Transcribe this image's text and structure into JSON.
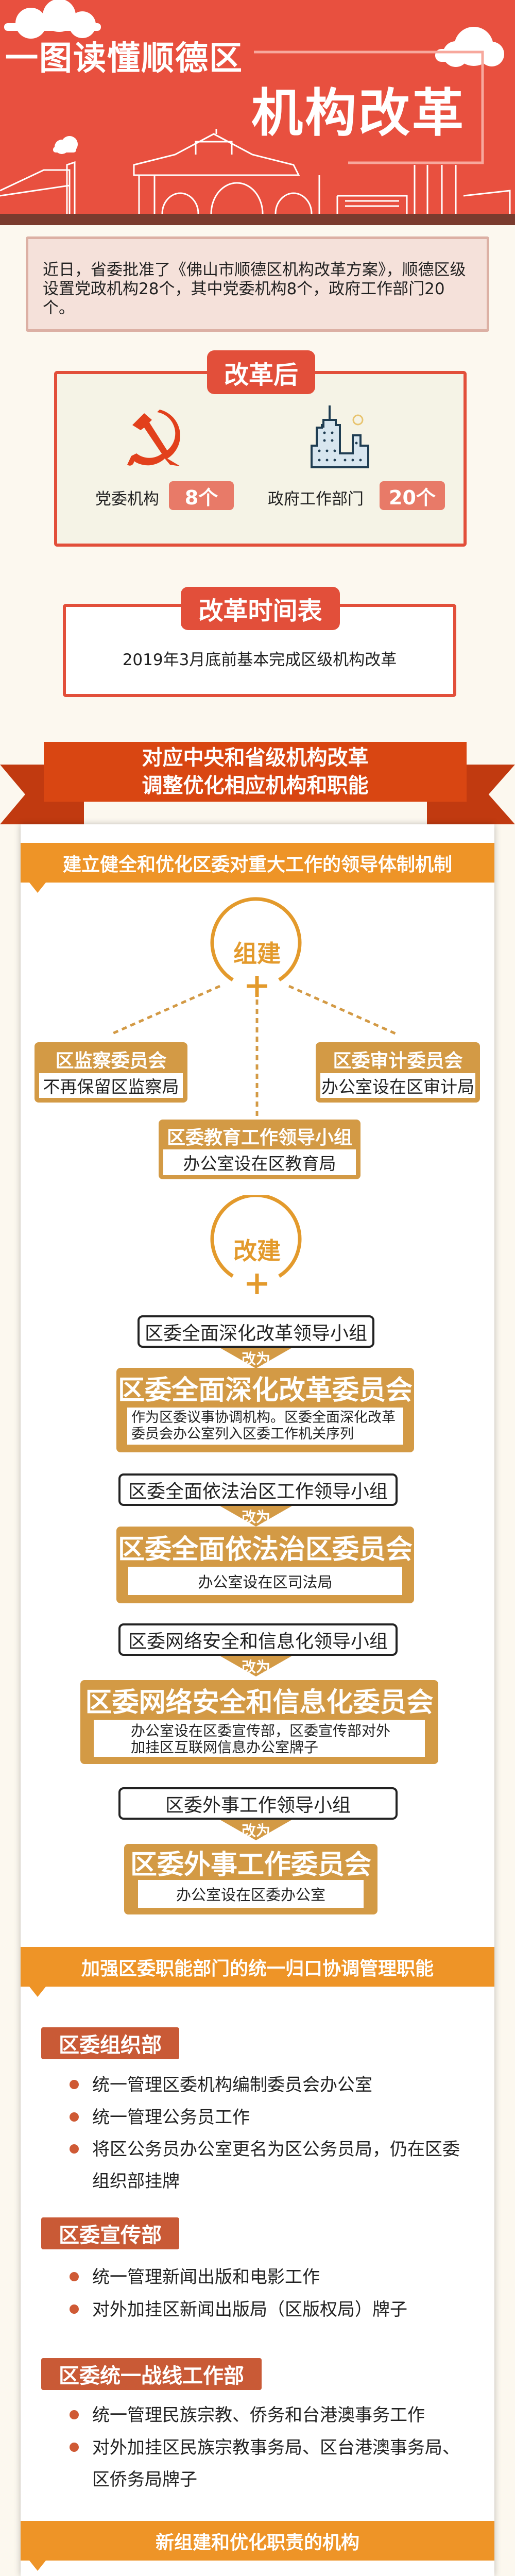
{
  "header": {
    "title_line1": "一图读懂顺德区",
    "title_line2": "机构改革"
  },
  "intro": {
    "text": "近日，省委批准了《佛山市顺德区机构改革方案》，顺德区级设置党政机构28个，其中党委机构8个，政府工作部门20个。"
  },
  "after_reform": {
    "label": "改革后",
    "items": [
      {
        "icon": "hammer-sickle-icon",
        "name": "党委机构",
        "count": "8个"
      },
      {
        "icon": "government-building-icon",
        "name": "政府工作部门",
        "count": "20个"
      }
    ]
  },
  "timeline": {
    "label": "改革时间表",
    "text": "2019年3月底前基本完成区级机构改革"
  },
  "ribbon": {
    "line1": "对应中央和省级机构改革",
    "line2": "调整优化相应机构和职能"
  },
  "section1": {
    "title": "建立健全和优化区委对重大工作的领导体制机制",
    "establish": {
      "label": "组建",
      "boxes": [
        {
          "title": "区监察委员会",
          "note": "不再保留区监察局"
        },
        {
          "title": "区委审计委员会",
          "note": "办公室设在区审计局"
        },
        {
          "title": "区委教育工作领导小组",
          "note": "办公室设在区教育局"
        }
      ]
    },
    "rebuild": {
      "label": "改建",
      "changes": [
        {
          "old": "区委全面深化改革领导小组",
          "arrow_label": "改为",
          "new": "区委全面深化改革委员会",
          "note": "作为区委议事协调机构。区委全面深化改革委员会办公室列入区委工作机关序列"
        },
        {
          "old": "区委全面依法治区工作领导小组",
          "arrow_label": "改为",
          "new": "区委全面依法治区委员会",
          "note": "办公室设在区司法局"
        },
        {
          "old": "区委网络安全和信息化领导小组",
          "arrow_label": "改为",
          "new": "区委网络安全和信息化委员会",
          "note": "办公室设在区委宣传部，区委宣传部对外加挂区互联网信息办公室牌子"
        },
        {
          "old": "区委外事工作领导小组",
          "arrow_label": "改为",
          "new": "区委外事工作委员会",
          "note": "办公室设在区委办公室"
        }
      ]
    }
  },
  "section2": {
    "title": "加强区委职能部门的统一归口协调管理职能",
    "departments": [
      {
        "name": "区委组织部",
        "bullets": [
          "统一管理区委机构编制委员会办公室",
          "统一管理公务员工作",
          "将区公务员办公室更名为区公务员局，仍在区委组织部挂牌"
        ]
      },
      {
        "name": "区委宣传部",
        "bullets": [
          "统一管理新闻出版和电影工作",
          "对外加挂区新闻出版局（区版权局）牌子"
        ]
      },
      {
        "name": "区委统一战线工作部",
        "bullets": [
          "统一管理民族宗教、侨务和台港澳事务工作",
          "对外加挂区民族宗教事务局、区台港澳事务局、区侨务局牌子"
        ]
      }
    ]
  },
  "section3": {
    "title": "新组建和优化职责的机构"
  },
  "colors": {
    "header_red": "#e8503f",
    "ribbon": "#d94612",
    "orange": "#ee9427",
    "gold": "#d39a45",
    "dept": "#c95a36"
  }
}
